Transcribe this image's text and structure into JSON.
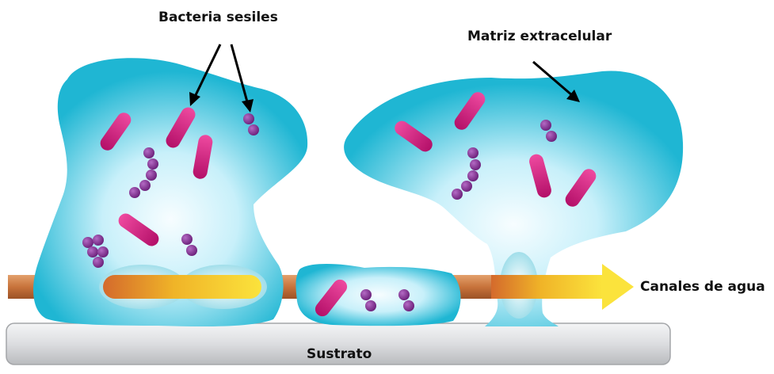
{
  "labels": {
    "bacteria": "Bacteria sesiles",
    "matrix": "Matriz extracelular",
    "channels": "Canales de agua",
    "substrate": "Sustrato"
  },
  "colors": {
    "matrix_edge": "#1fb6d3",
    "matrix_center": "#f7fdff",
    "rod_bacteria": "#d4147a",
    "coccus_bacteria": "#7e2a8e",
    "channel": "#c8733b",
    "flow_arrow": "#f4d21b",
    "substrate": "#dcdde0"
  }
}
